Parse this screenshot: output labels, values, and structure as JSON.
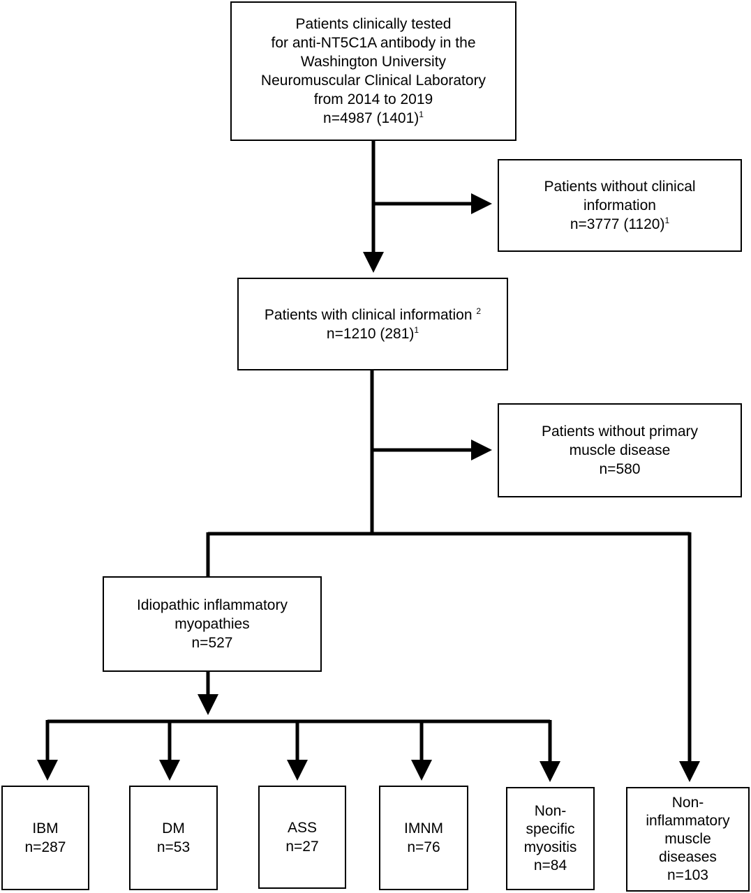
{
  "nodes": {
    "tested": {
      "lines": [
        "Patients clinically tested",
        "for anti-NT5C1A antibody in the",
        "Washington University",
        "Neuromuscular Clinical Laboratory",
        "from 2014 to 2019",
        "n=4987 (1401)"
      ],
      "sup": "1"
    },
    "without_info": {
      "lines": [
        "Patients without clinical",
        "information",
        "n=3777 (1120)"
      ],
      "sup": "1"
    },
    "with_info": {
      "lines": [
        "Patients with clinical information",
        "n=1210 (281)"
      ],
      "sup_title": "2",
      "sup": "1"
    },
    "without_primary": {
      "lines": [
        "Patients without primary",
        "muscle disease",
        "n=580"
      ]
    },
    "iim": {
      "lines": [
        "Idiopathic inflammatory",
        "myopathies",
        "n=527"
      ]
    },
    "ibm": {
      "lines": [
        "IBM",
        "n=287"
      ]
    },
    "dm": {
      "lines": [
        "DM",
        "n=53"
      ]
    },
    "ass": {
      "lines": [
        "ASS",
        "n=27"
      ]
    },
    "imnm": {
      "lines": [
        "IMNM",
        "n=76"
      ]
    },
    "nsm": {
      "lines": [
        "Non-",
        "specific",
        "myositis",
        "n=84"
      ]
    },
    "nonim": {
      "lines": [
        "Non-",
        "inflammatory",
        "muscle",
        "diseases",
        "n=103"
      ]
    }
  }
}
